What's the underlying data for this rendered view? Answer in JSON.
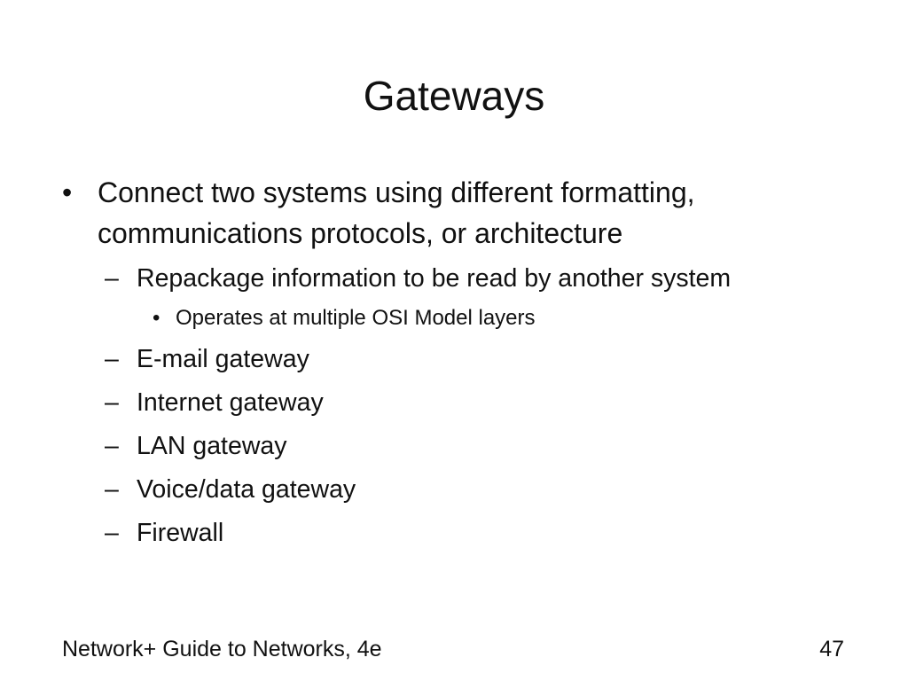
{
  "slide": {
    "title": "Gateways",
    "bullets": [
      {
        "marker": "•",
        "text": "Connect two systems using different formatting, communications protocols, or architecture",
        "subitems": [
          {
            "marker": "–",
            "text": "Repackage information to be read by another system",
            "subitems": [
              {
                "marker": "•",
                "text": "Operates at multiple OSI Model layers"
              }
            ]
          },
          {
            "marker": "–",
            "text": "E-mail gateway"
          },
          {
            "marker": "–",
            "text": "Internet gateway"
          },
          {
            "marker": "–",
            "text": "LAN gateway"
          },
          {
            "marker": "–",
            "text": "Voice/data gateway"
          },
          {
            "marker": "–",
            "text": "Firewall"
          }
        ]
      }
    ]
  },
  "footer": {
    "source": "Network+ Guide to Networks, 4e",
    "page_number": "47"
  }
}
